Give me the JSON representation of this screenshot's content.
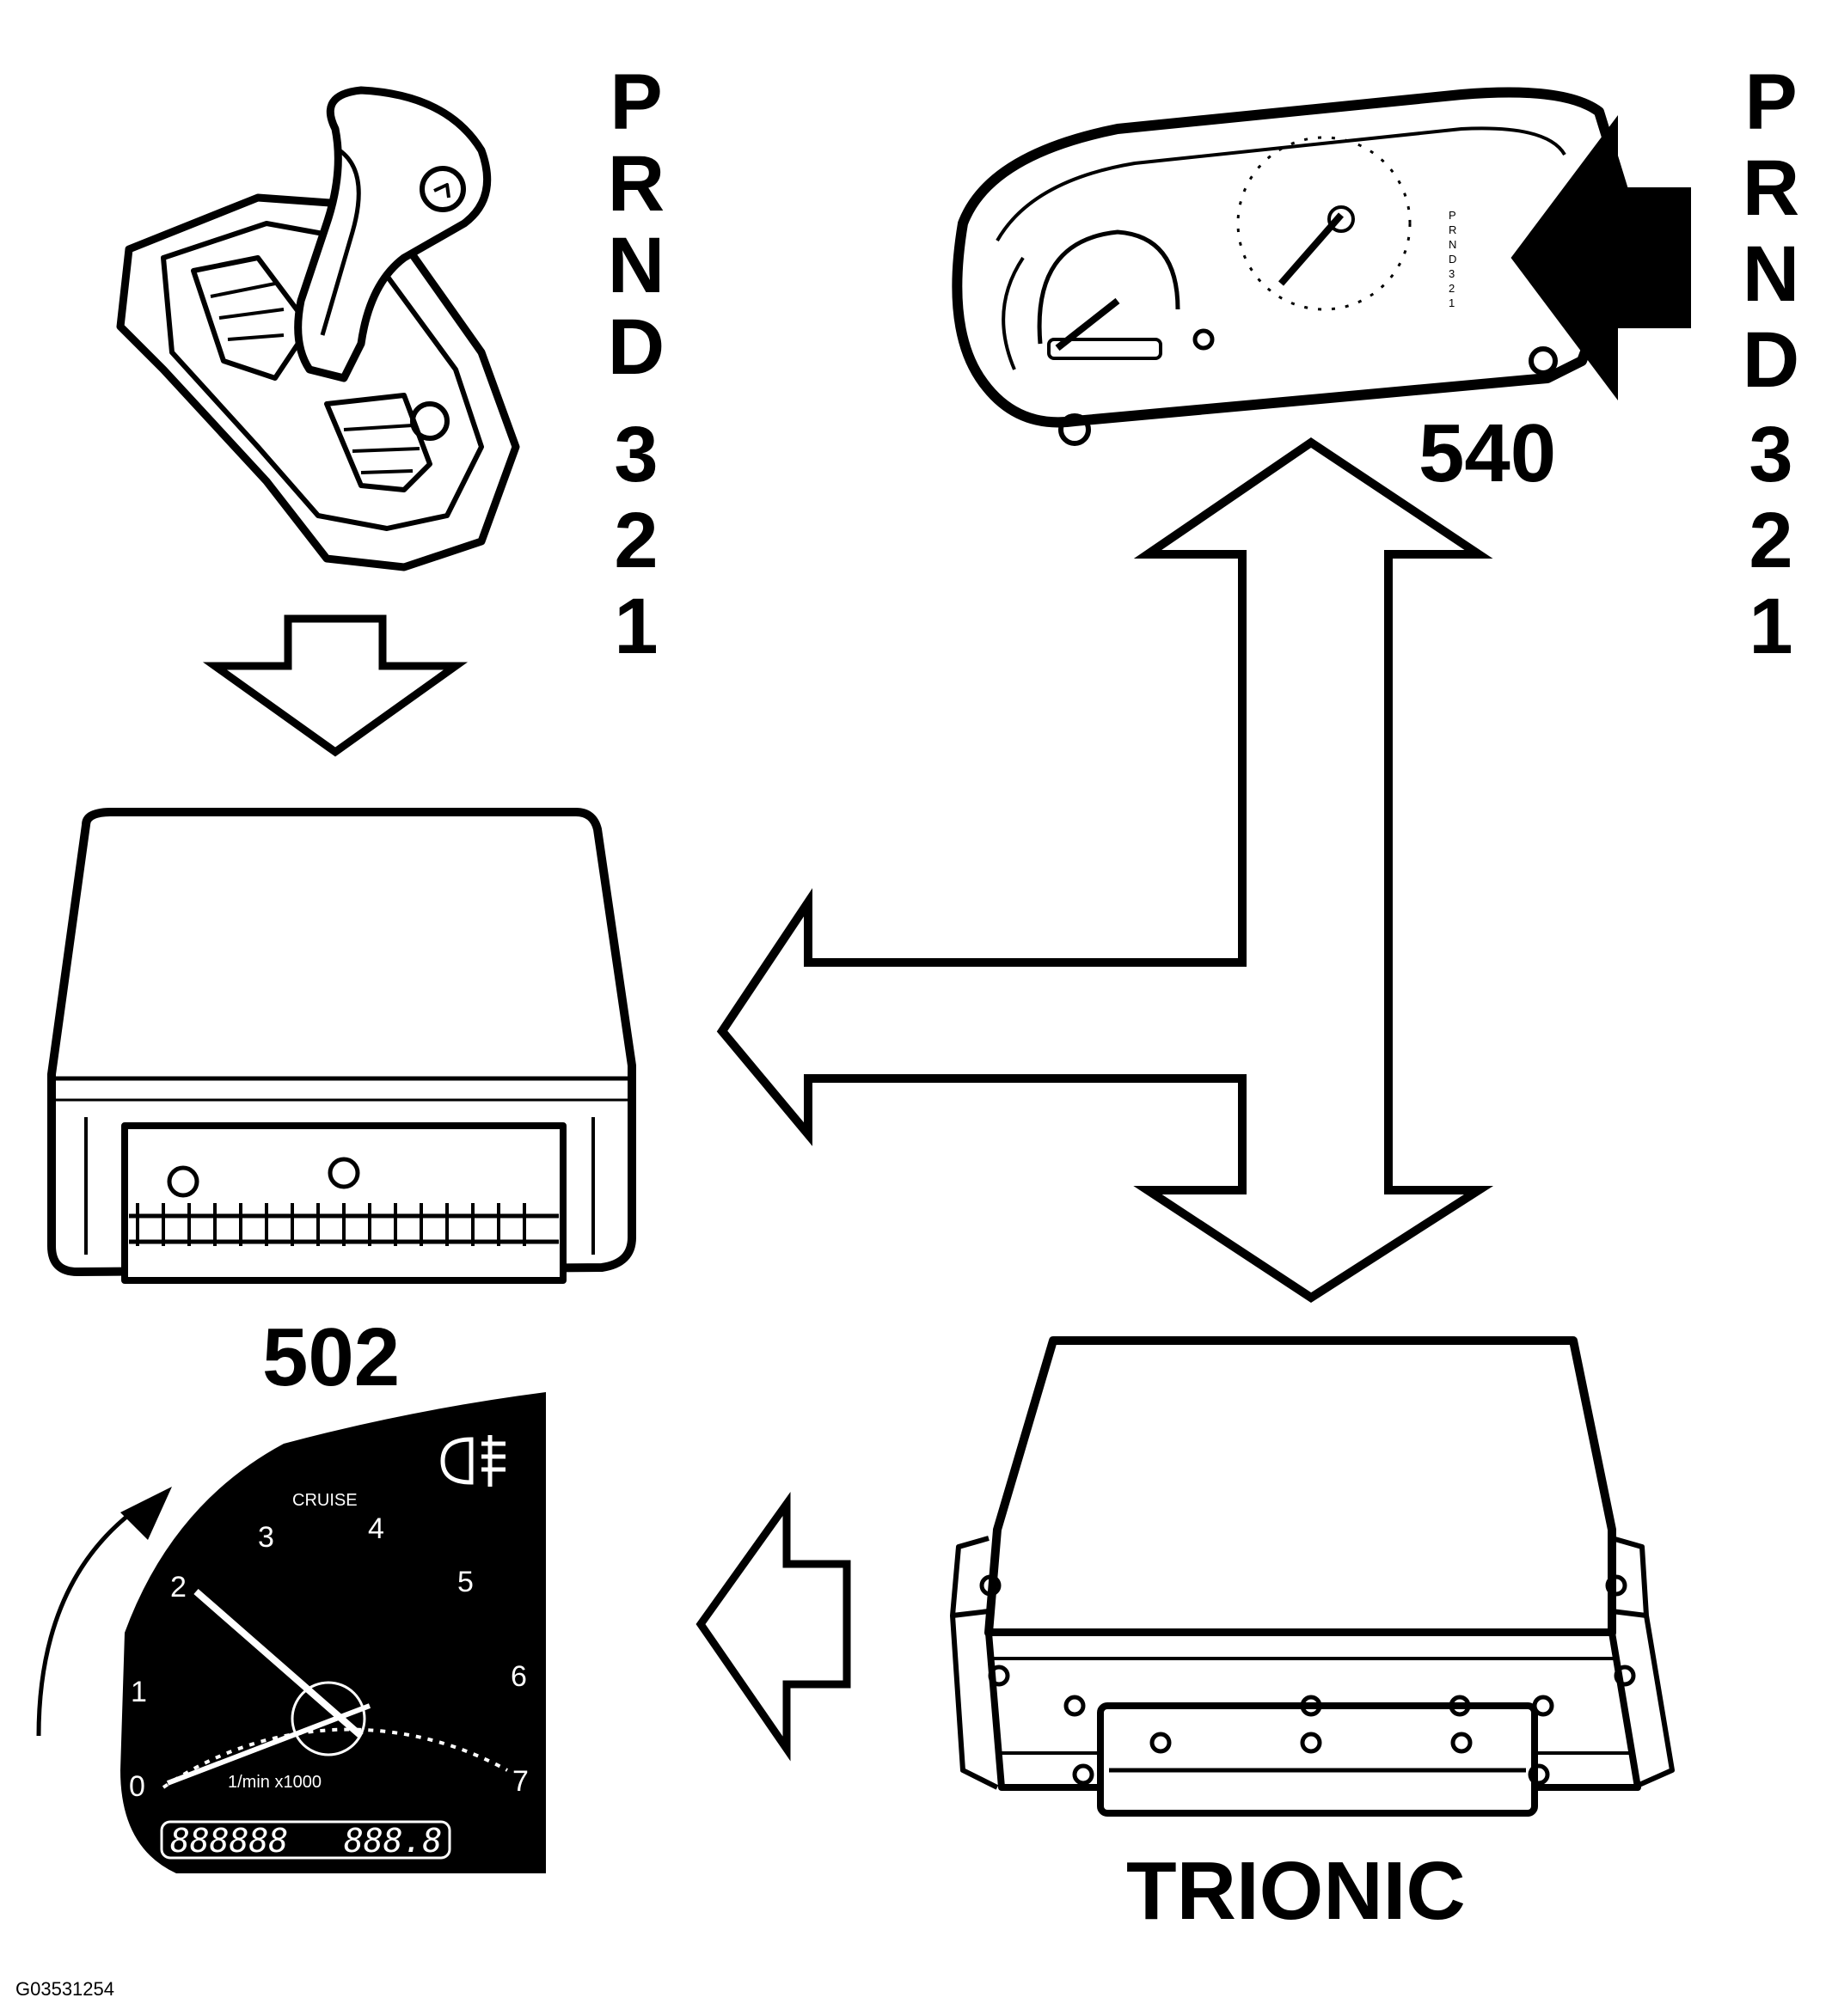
{
  "labels": {
    "ecu_502": "502",
    "cluster_540": "540",
    "trionic": "TRIONIC",
    "reference": "G03531254"
  },
  "gear_positions_left": [
    "P",
    "R",
    "N",
    "D",
    "3",
    "2",
    "1"
  ],
  "gear_positions_right": [
    "P",
    "R",
    "N",
    "D",
    "3",
    "2",
    "1"
  ],
  "tachometer": {
    "scale": [
      "0",
      "1",
      "2",
      "3",
      "4",
      "5",
      "6",
      "7"
    ],
    "indicator_label": "CRUISE",
    "unit": "1/min x1000",
    "lcd_left": "888888",
    "lcd_right": "888.8"
  }
}
